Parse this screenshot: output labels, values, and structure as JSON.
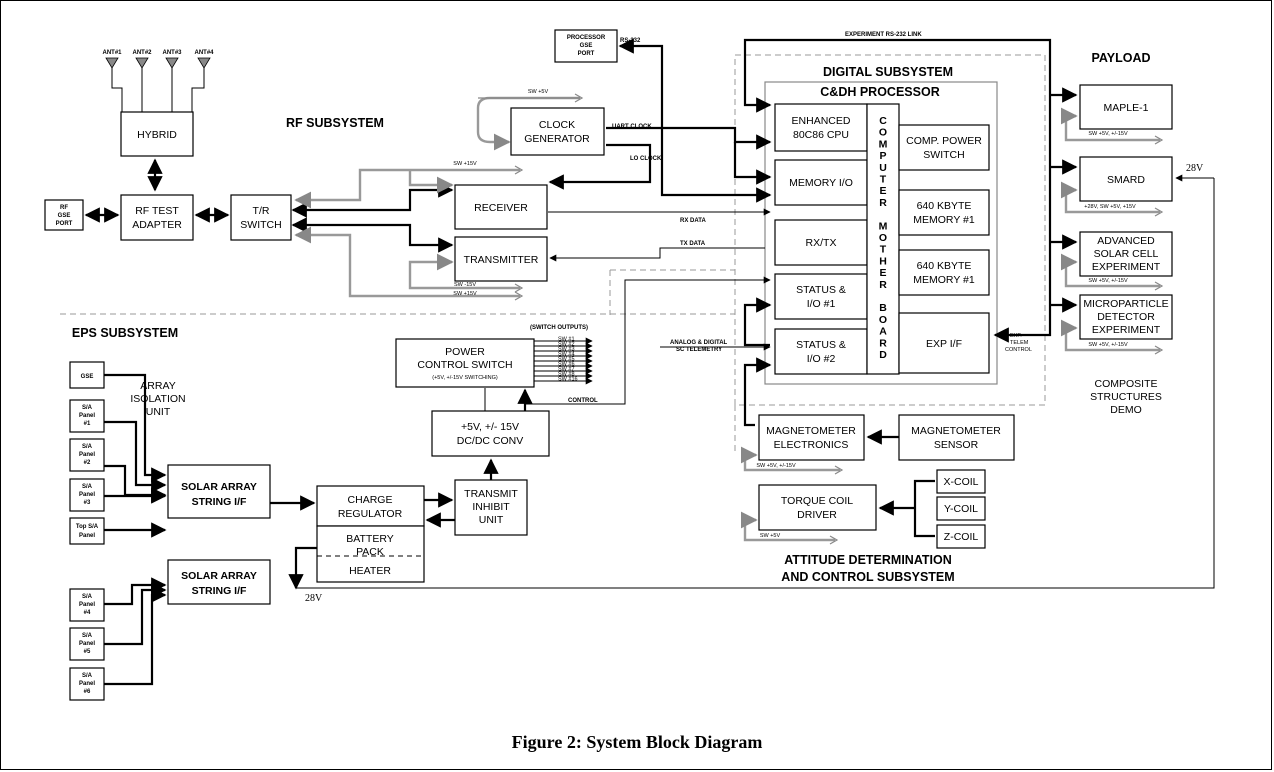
{
  "figure": {
    "caption": "Figure 2: System Block Diagram"
  },
  "sections": {
    "rf": "RF SUBSYSTEM",
    "digital": "DIGITAL SUBSYSTEM",
    "cdh": "C&DH PROCESSOR",
    "payload": "PAYLOAD",
    "eps": "EPS SUBSYSTEM",
    "adcs_1": "ATTITUDE DETERMINATION",
    "adcs_2": "AND CONTROL SUBSYSTEM"
  },
  "rf": {
    "antennas": [
      "ANT#1",
      "ANT#2",
      "ANT#3",
      "ANT#4"
    ],
    "hybrid": "HYBRID",
    "gse_port": [
      "RF",
      "GSE",
      "PORT"
    ],
    "test_adapter": [
      "RF TEST",
      "ADAPTER"
    ],
    "tr_switch": [
      "T/R",
      "SWITCH"
    ],
    "clock_gen": [
      "CLOCK",
      "GENERATOR"
    ],
    "receiver": "RECEIVER",
    "transmitter": "TRANSMITTER",
    "processor_gse": [
      "PROCESSOR",
      "GSE",
      "PORT"
    ]
  },
  "signals": {
    "rs232": "RS-232",
    "exp_link": "EXPERIMENT RS-232 LINK",
    "uart_clock": "UART CLOCK",
    "lo_clock": "LO CLOCK",
    "rx_data": "RX DATA",
    "tx_data": "TX DATA",
    "analog_telemetry": [
      "ANALOG & DIGITAL",
      "SC TELEMETRY"
    ],
    "control": "CONTROL",
    "exp_telem_control": [
      "EXP.",
      "TELEM",
      "CONTROL"
    ],
    "switch_outputs": "(SWITCH OUTPUTS)",
    "sw_list": [
      "SW #1",
      "SW #2",
      "SW #3",
      "SW #4",
      "SW #5",
      "SW #6",
      "SW #7",
      "SW #8",
      "SW #16"
    ],
    "v28_a": "28V",
    "v28_b": "28V"
  },
  "power_labels": {
    "clock": "SW +5V",
    "receiver": "SW +15V",
    "tx_1": "SW -15V",
    "tx_2": "SW +15V",
    "maple": "SW +5V, +/-15V",
    "smard": "+28V, SW +5V, +15V",
    "solar_cell": "SW +5V, +/-15V",
    "microparticle": "SW +5V, +/-15V",
    "magnetometer": "SW +5V, +/-15V",
    "torque": "SW +5V"
  },
  "digital": {
    "cpu": [
      "ENHANCED",
      "80C86 CPU"
    ],
    "memory_io": "MEMORY I/O",
    "rxtx": "RX/TX",
    "status1": [
      "STATUS &",
      "I/O #1"
    ],
    "status2": [
      "STATUS &",
      "I/O #2"
    ],
    "motherboard": [
      "C",
      "O",
      "M",
      "P",
      "U",
      "T",
      "E",
      "R",
      "",
      "M",
      "O",
      "T",
      "H",
      "E",
      "R",
      "",
      "B",
      "O",
      "A",
      "R",
      "D"
    ],
    "comp_power": [
      "COMP. POWER",
      "SWITCH"
    ],
    "mem1": [
      "640 KBYTE",
      "MEMORY #1"
    ],
    "mem2": [
      "640 KBYTE",
      "MEMORY #1"
    ],
    "expif": "EXP I/F"
  },
  "payload": {
    "maple": "MAPLE-1",
    "smard": "SMARD",
    "solar_cell": [
      "ADVANCED",
      "SOLAR CELL",
      "EXPERIMENT"
    ],
    "microparticle": [
      "MICROPARTICLE",
      "DETECTOR",
      "EXPERIMENT"
    ],
    "composite": [
      "COMPOSITE",
      "STRUCTURES",
      "DEMO"
    ]
  },
  "eps": {
    "gse": "GSE",
    "array_iso": [
      "ARRAY",
      "ISOLATION",
      "UNIT"
    ],
    "panel1": [
      "S/A",
      "Panel",
      "#1"
    ],
    "panel2": [
      "S/A",
      "Panel",
      "#2"
    ],
    "panel3": [
      "S/A",
      "Panel",
      "#3"
    ],
    "top_panel": [
      "Top S/A",
      "Panel"
    ],
    "panel4": [
      "S/A",
      "Panel",
      "#4"
    ],
    "panel5": [
      "S/A",
      "Panel",
      "#5"
    ],
    "panel6": [
      "S/A",
      "Panel",
      "#6"
    ],
    "string1": [
      "SOLAR ARRAY",
      "STRING I/F"
    ],
    "string2": [
      "SOLAR ARRAY",
      "STRING I/F"
    ],
    "charge_reg": [
      "CHARGE",
      "REGULATOR"
    ],
    "battery": [
      "BATTERY",
      "PACK"
    ],
    "heater": "HEATER",
    "tx_inhibit": [
      "TRANSMIT",
      "INHIBIT",
      "UNIT"
    ],
    "dcdc": [
      "+5V, +/- 15V",
      "DC/DC CONV"
    ],
    "pcs": [
      "POWER",
      "CONTROL SWITCH",
      "(+5V, +/-15V SWITCHING)"
    ]
  },
  "adcs": {
    "mag_elec": [
      "MAGNETOMETER",
      "ELECTRONICS"
    ],
    "mag_sensor": [
      "MAGNETOMETER",
      "SENSOR"
    ],
    "torque": [
      "TORQUE COIL",
      "DRIVER"
    ],
    "xcoil": "X-COIL",
    "ycoil": "Y-COIL",
    "zcoil": "Z-COIL"
  }
}
